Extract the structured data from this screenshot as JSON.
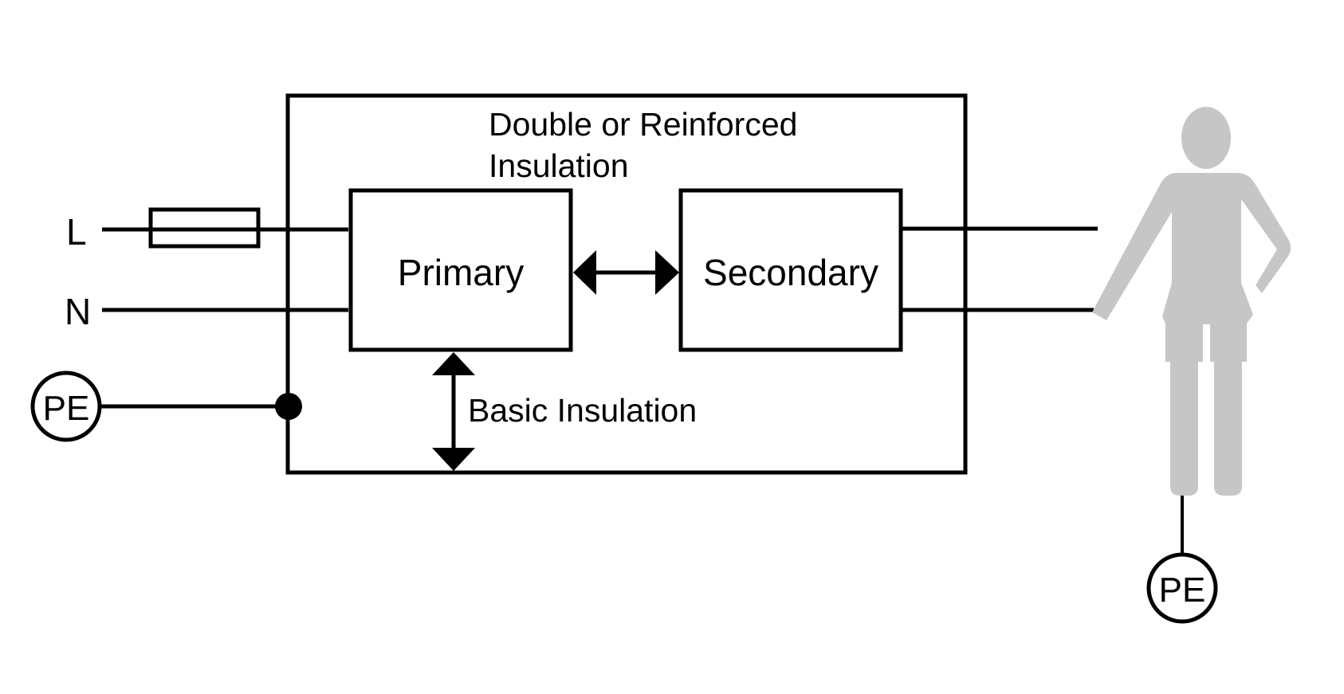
{
  "diagram": {
    "type": "electrical-insulation-schematic",
    "inputs": {
      "line_label": "L",
      "neutral_label": "N",
      "earth_label": "PE"
    },
    "enclosure": {
      "label_line1": "Double or Reinforced",
      "label_line2": "Insulation"
    },
    "blocks": {
      "primary_label": "Primary",
      "secondary_label": "Secondary"
    },
    "basic_insulation_label": "Basic Insulation",
    "person": {
      "earth_label": "PE",
      "color": "#c6c6c6"
    },
    "line_color": "#000000",
    "background_color": "#ffffff"
  }
}
